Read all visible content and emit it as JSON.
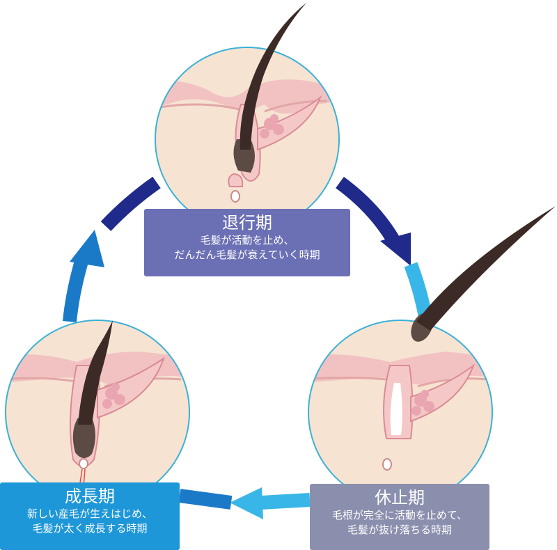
{
  "phases": {
    "catagen": {
      "title": "退行期",
      "line1": "毛髪が活動を止め、",
      "line2": "だんだん毛髪が衰えていく時期",
      "color": "#6b6fb4"
    },
    "telogen": {
      "title": "休止期",
      "line1": "毛根が完全に活動を止めて、",
      "line2": "毛髪が抜け落ちる時期",
      "color": "#8b8fae"
    },
    "anagen": {
      "title": "成長期",
      "line1": "新しい産毛が生えはじめ、",
      "line2": "毛髪が太く成長する時期",
      "color": "#1e97d8"
    }
  },
  "colors": {
    "arrow_dark": "#1f2a8a",
    "arrow_mid": "#1b7ac8",
    "arrow_light": "#39b6e8",
    "skin": "#f6e3d2",
    "skin_top": "#f2c2c2",
    "hair": "#3b2a26",
    "gland": "#eaa6b0",
    "circle_stroke": "#3ab1d8"
  }
}
